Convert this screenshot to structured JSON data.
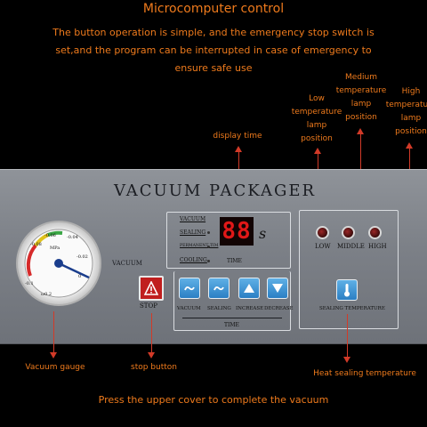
{
  "heading": {
    "title": "Microcomputer control",
    "desc_line1": "The button operation is simple, and the emergency stop switch is",
    "desc_line2": "set,and the program can be interrupted in case of emergency to",
    "desc_line3": "ensure safe use"
  },
  "callouts": {
    "display_time": "display time",
    "low_lamp": [
      "Low",
      "temperature",
      "lamp",
      "position"
    ],
    "medium_lamp": [
      "Medium",
      "temperature",
      "lamp",
      "position"
    ],
    "high_lamp": [
      "High",
      "temperature",
      "lamp",
      "position"
    ],
    "vacuum_gauge": "Vacuum gauge",
    "stop_button": "stop button",
    "heat_sealing": "Heat sealing temperature"
  },
  "panel": {
    "brand": "VACUUM PACKAGER",
    "vacuum_label": "VACUUM",
    "stop_label": "STOP",
    "status_items": [
      "VACUUM",
      "SEALING",
      "PERMANENT TIM",
      "COOLING"
    ],
    "display_value": "88",
    "display_unit": "s",
    "display_caption": "TIME",
    "buttons": [
      "VACUUM",
      "SEALING",
      "INCREASE",
      "DECREASE"
    ],
    "buttons_caption": "TIME",
    "lamps": [
      "LOW",
      "MIDDLE",
      "HIGH"
    ],
    "sealing_temp_label": "SEALING TEMPERATURE",
    "gauge_ticks": [
      "-0.1",
      "-0.08",
      "-0.06",
      "-0.04",
      "-0.02",
      "0"
    ],
    "gauge_unit": "MPa",
    "gauge_mark": "ω0.2"
  },
  "footer": {
    "note": "Press the upper cover to complete the vacuum"
  },
  "colors": {
    "annotation": "#ee7a1c",
    "arrow": "#d23a28",
    "panel": "#7c8087",
    "button_blue": "#2b7fc4",
    "display_red": "#e01818"
  }
}
